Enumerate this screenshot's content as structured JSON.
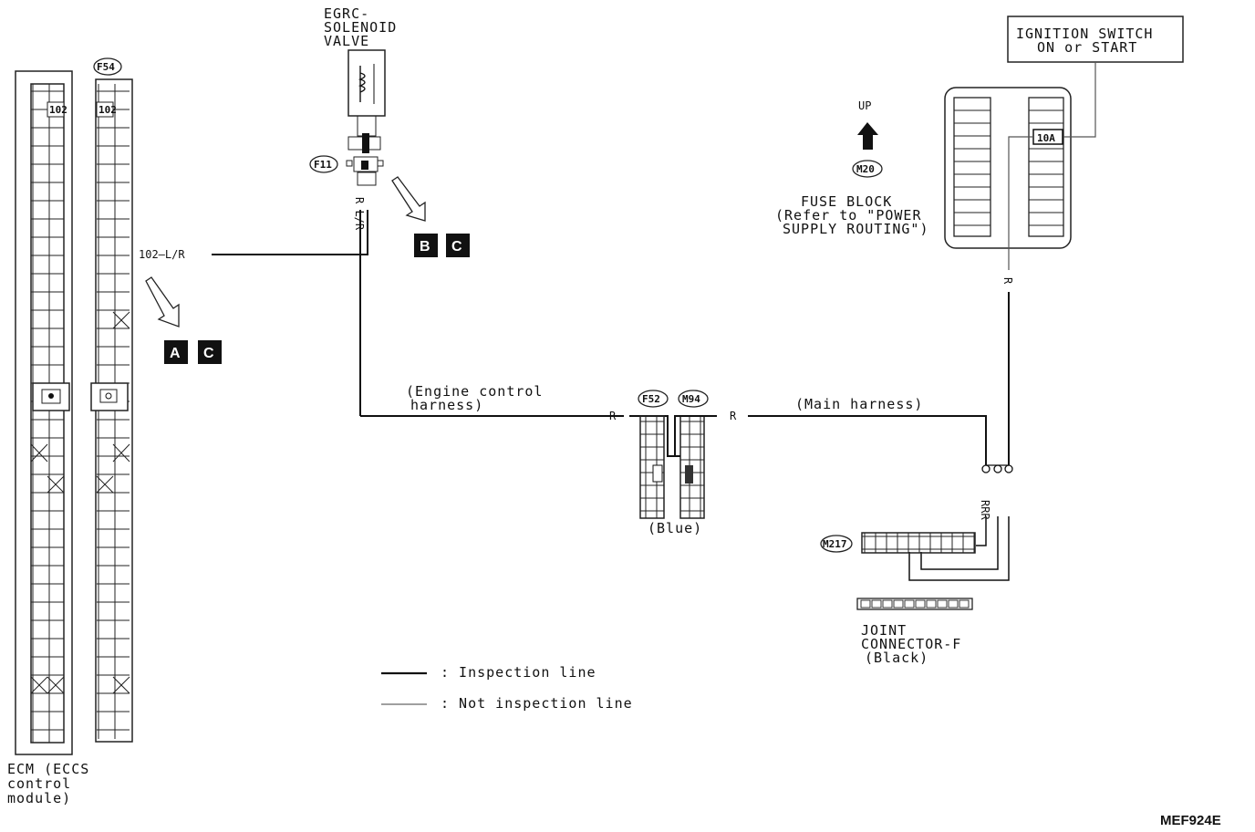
{
  "ecm": {
    "label_lines": [
      "ECM (ECCS",
      "control",
      "module)"
    ],
    "pin_label": "102"
  },
  "ecm_connector": {
    "tag": "F54",
    "pin_label": "102"
  },
  "wire_label": "102—L/R",
  "egrc_valve": {
    "label_lines": [
      "EGRC-",
      "SOLENOID",
      "VALVE"
    ]
  },
  "valve_connector": {
    "tag": "F11",
    "pin_letters": "R L/R"
  },
  "ref_boxes": {
    "upper": [
      "B",
      "C"
    ],
    "lower": [
      "A",
      "C"
    ]
  },
  "up_indicator": {
    "label": "UP",
    "tag": "M20"
  },
  "fuse_block": {
    "label_lines": [
      "FUSE BLOCK",
      "(Refer to \"POWER",
      "SUPPLY ROUTING\")"
    ],
    "fuse_rating": "10A"
  },
  "ignition_switch": {
    "label_lines": [
      "IGNITION SWITCH",
      "ON or START"
    ]
  },
  "harnesses": {
    "engine_control": [
      "(Engine control",
      "harness)"
    ],
    "main": "(Main harness)",
    "left_wire_color": "R",
    "right_wire_color": "R",
    "fuse_wire_color": "R",
    "joint_wire_colors": "RRR"
  },
  "inline_connectors": {
    "left_tag": "F52",
    "right_tag": "M94",
    "color_label": "(Blue)"
  },
  "joint_connector": {
    "tag": "M217",
    "label_lines": [
      "JOINT",
      "CONNECTOR-F",
      "(Black)"
    ]
  },
  "legend": {
    "inspection": ": Inspection line",
    "not_inspection": ": Not inspection line"
  },
  "figure_code": "MEF924E"
}
